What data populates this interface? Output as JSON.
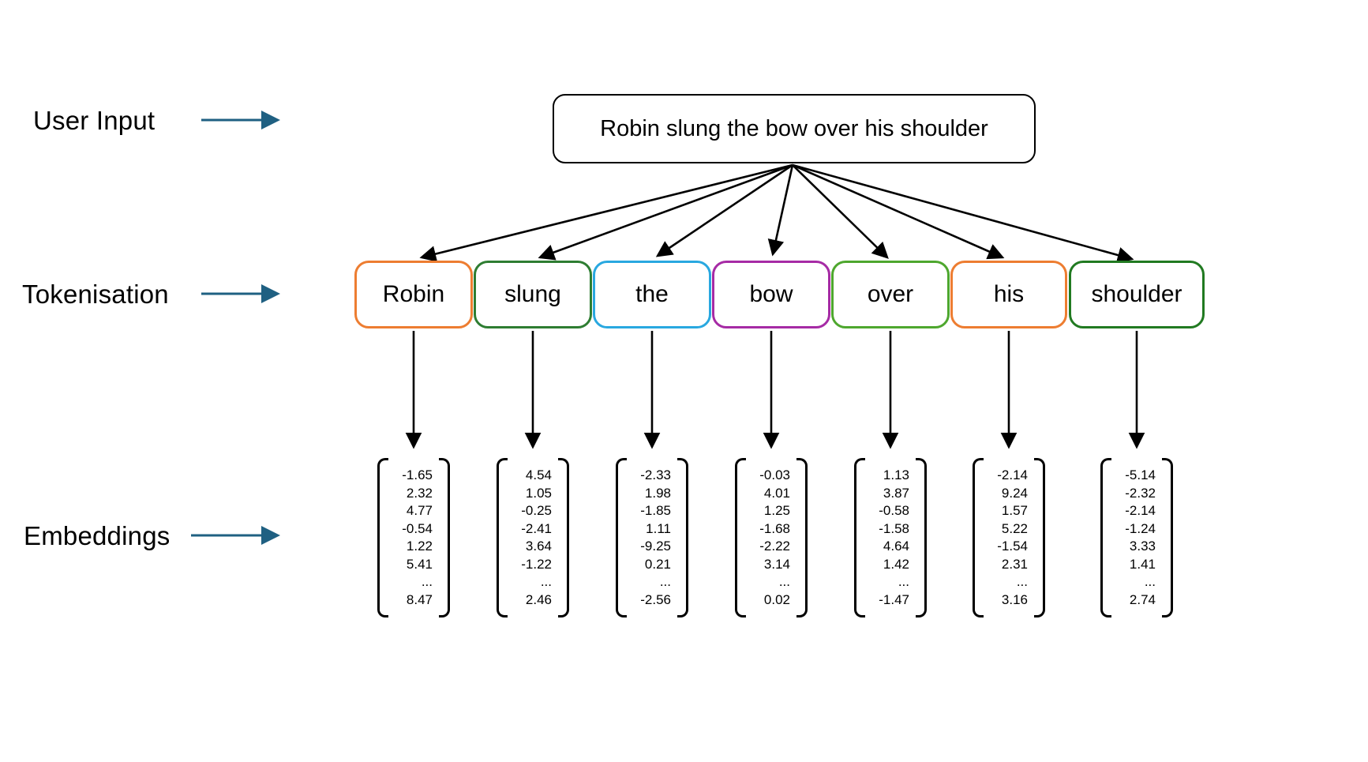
{
  "colors": {
    "canvas_bg": "#ffffff",
    "label_arrow": "#1F6082",
    "diagram_arrow": "#000000"
  },
  "labels": {
    "user_input": "User Input",
    "tokenisation": "Tokenisation",
    "embeddings": "Embeddings"
  },
  "input_box": {
    "text": "Robin slung the bow over his shoulder"
  },
  "tokens": [
    {
      "label": "Robin",
      "border_color": "#ED7D31"
    },
    {
      "label": "slung",
      "border_color": "#2E7D32"
    },
    {
      "label": "the",
      "border_color": "#29A8E0"
    },
    {
      "label": "bow",
      "border_color": "#A62BA5"
    },
    {
      "label": "over",
      "border_color": "#4EA72E"
    },
    {
      "label": "his",
      "border_color": "#ED7D31"
    },
    {
      "label": "shoulder",
      "border_color": "#217A21"
    }
  ],
  "embeddings": [
    {
      "token": "Robin",
      "values": [
        "-1.65",
        "2.32",
        "4.77",
        "-0.54",
        "1.22",
        "5.41",
        "...",
        "8.47"
      ]
    },
    {
      "token": "slung",
      "values": [
        "4.54",
        "1.05",
        "-0.25",
        "-2.41",
        "3.64",
        "-1.22",
        "...",
        "2.46"
      ]
    },
    {
      "token": "the",
      "values": [
        "-2.33",
        "1.98",
        "-1.85",
        "1.11",
        "-9.25",
        "0.21",
        "...",
        "-2.56"
      ]
    },
    {
      "token": "bow",
      "values": [
        "-0.03",
        "4.01",
        "1.25",
        "-1.68",
        "-2.22",
        "3.14",
        "...",
        "0.02"
      ]
    },
    {
      "token": "over",
      "values": [
        "1.13",
        "3.87",
        "-0.58",
        "-1.58",
        "4.64",
        "1.42",
        "...",
        "-1.47"
      ]
    },
    {
      "token": "his",
      "values": [
        "-2.14",
        "9.24",
        "1.57",
        "5.22",
        "-1.54",
        "2.31",
        "...",
        "3.16"
      ]
    },
    {
      "token": "shoulder",
      "values": [
        "-5.14",
        "-2.32",
        "-2.14",
        "-1.24",
        "3.33",
        "1.41",
        "...",
        "2.74"
      ]
    }
  ]
}
